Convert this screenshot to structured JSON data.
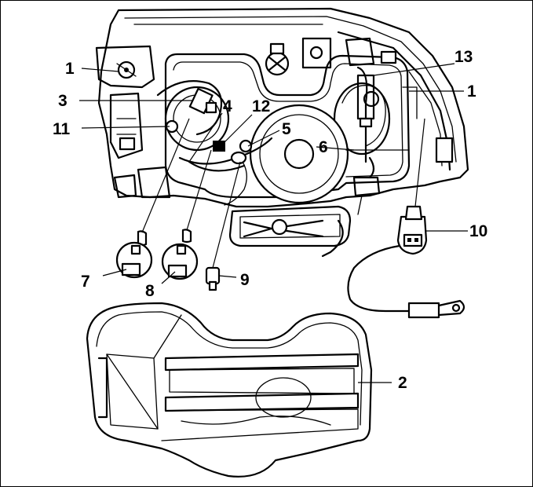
{
  "callouts": {
    "c1_left": "1",
    "c1_right": "1",
    "c2": "2",
    "c3": "3",
    "c4": "4",
    "c5": "5",
    "c6": "6",
    "c7": "7",
    "c8": "8",
    "c9": "9",
    "c10": "10",
    "c11": "11",
    "c12": "12",
    "c13": "13"
  }
}
